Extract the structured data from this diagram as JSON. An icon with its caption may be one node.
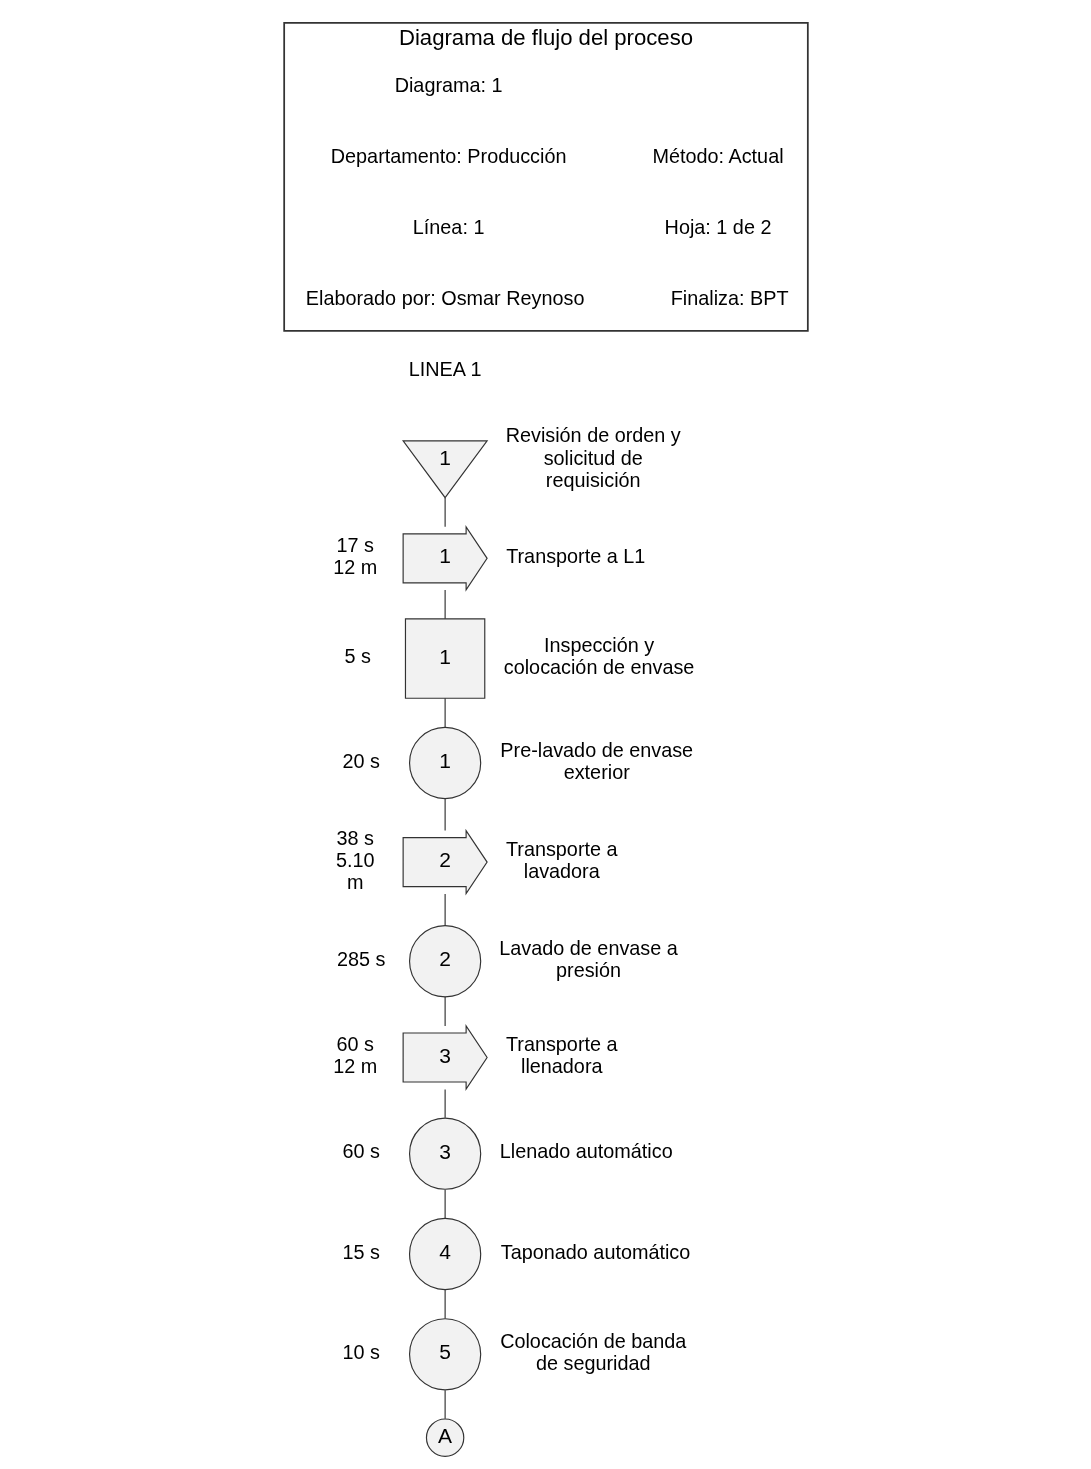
{
  "diagram": {
    "nodes": [
      {
        "text": [
          "Diagrama de flujo del proceso"
        ]
      },
      {
        "text": [
          "1"
        ],
        "beside": [
          "Revisión de orden y solicitud de requisición"
        ]
      },
      {
        "text": [
          "1"
        ],
        "beside": [
          "17 s 12 m",
          "Transporte a L1"
        ]
      },
      {
        "text": [
          "1"
        ],
        "beside": [
          "5 s",
          "Inspección y colocación de envase"
        ]
      },
      {
        "text": [
          "1"
        ],
        "beside": [
          "20 s",
          "Pre-lavado de envase exterior"
        ]
      },
      {
        "text": [
          "2"
        ],
        "beside": [
          "38 s 5.10 m",
          "Transporte a lavadora"
        ]
      },
      {
        "text": [
          "2"
        ],
        "beside": [
          "285 s",
          "Lavado de envase a presión"
        ]
      },
      {
        "text": [
          "3"
        ],
        "beside": [
          "60 s 12 m",
          "Transporte a llenadora"
        ]
      },
      {
        "text": [
          "3"
        ],
        "beside": [
          "60 s",
          "Llenado automático"
        ]
      },
      {
        "text": [
          "4"
        ],
        "beside": [
          "15 s",
          "Taponado automático"
        ]
      },
      {
        "text": [
          "5"
        ],
        "beside": [
          "10 s",
          "Colocación de banda de seguridad"
        ]
      },
      {
        "text": [
          "A"
        ]
      }
    ],
    "edges": [
      {
        "from": 1,
        "to": 2,
        "arrow": "none"
      },
      {
        "from": 2,
        "to": 3,
        "arrow": "none"
      },
      {
        "from": 3,
        "to": 4,
        "arrow": "none"
      },
      {
        "from": 4,
        "to": 5,
        "arrow": "none"
      },
      {
        "from": 5,
        "to": 6,
        "arrow": "none"
      },
      {
        "from": 6,
        "to": 7,
        "arrow": "none"
      },
      {
        "from": 7,
        "to": 8,
        "arrow": "none"
      },
      {
        "from": 8,
        "to": 9,
        "arrow": "none"
      },
      {
        "from": 9,
        "to": 10,
        "arrow": "none"
      },
      {
        "from": 10,
        "to": 11,
        "arrow": "none"
      }
    ],
    "labels": [
      "Diagrama: 1",
      "Departamento: Producción",
      "Método: Actual",
      "Línea: 1",
      "Hoja: 1 de 2",
      "Elaborado por: Osmar Reynoso",
      "Finaliza: BPT",
      "LINEA 1"
    ]
  }
}
